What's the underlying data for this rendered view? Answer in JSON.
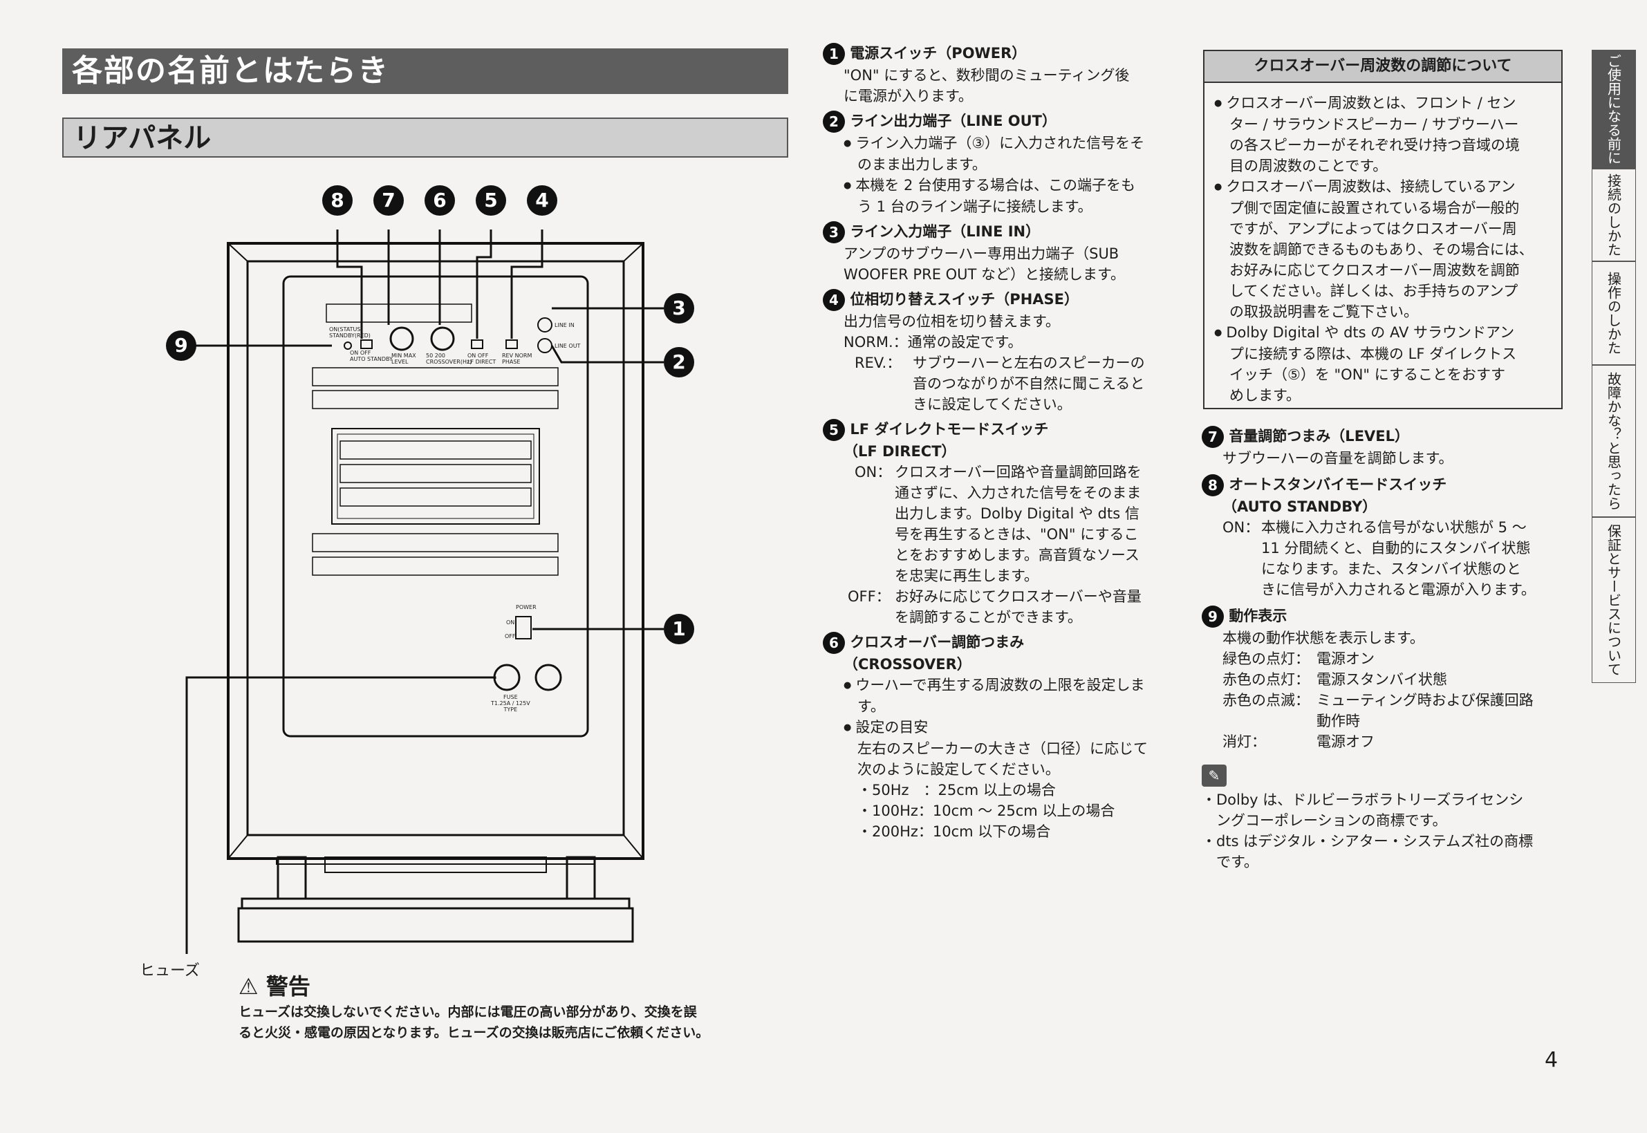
{
  "page_title": "各部の名前とはたらき",
  "section_title": "リアパネル",
  "page_number": "4",
  "diagram": {
    "numbers": [
      "8",
      "7",
      "6",
      "5",
      "4",
      "3",
      "9",
      "2",
      "1"
    ],
    "fuse_label": "ヒューズ",
    "panel_text": {
      "auto_standby_top": "ON(STATUS) STANDBY(RED)",
      "auto_standby": "ON OFF\nAUTO STANDBY",
      "level": "MIN MAX\nLEVEL",
      "crossover": "50 200\nCROSSOVER(Hz)",
      "lf_direct": "ON OFF\nLF DIRECT",
      "phase": "REV NORM\nPHASE",
      "line_in": "LINE IN",
      "line_out": "LINE OUT",
      "power": "POWER",
      "on": "ON",
      "off": "OFF",
      "fuse": "FUSE\nT1.25A / 125V\nTYPE"
    }
  },
  "warning": {
    "title": "警告",
    "text1": "ヒューズは交換しないでください。内部には電圧の高い部分があり、交換を誤",
    "text2": "ると火災・感電の原因となります。ヒューズの交換は販売店にご依頼ください。"
  },
  "middle": [
    {
      "num": "1",
      "head": "電源スイッチ（POWER）",
      "lines": [
        "\"ON\" にすると、数秒間のミューティング後",
        "に電源が入ります。"
      ]
    },
    {
      "num": "2",
      "head": "ライン出力端子（LINE OUT）",
      "bullets": [
        [
          "ライン入力端子（③）に入力された信号をそ",
          "のまま出力します。"
        ],
        [
          "本機を 2 台使用する場合は、この端子をも",
          "う 1 台のライン端子に接続します。"
        ]
      ]
    },
    {
      "num": "3",
      "head": "ライン入力端子（LINE IN）",
      "lines": [
        "アンプのサブウーハー専用出力端子（SUB",
        "WOOFER PRE OUT など）と接続します。"
      ]
    },
    {
      "num": "4",
      "head": "位相切り替えスイッチ（PHASE）",
      "lines": [
        "出力信号の位相を切り替えます。"
      ],
      "defs": [
        [
          "NORM.：",
          "通常の設定です。"
        ],
        [
          "REV.：",
          "サブウーハーと左右のスピーカーの",
          "音のつながりが不自然に聞こえると",
          "きに設定してください。"
        ]
      ]
    },
    {
      "num": "5",
      "head": "LF ダイレクトモードスイッチ",
      "head2": "（LF DIRECT）",
      "on": [
        "ON：",
        "クロスオーバー回路や音量調節回路を",
        "通さずに、入力された信号をそのまま",
        "出力します。Dolby Digital や dts 信",
        "号を再生するときは、\"ON\" にするこ",
        "とをおすすめします。高音質なソース",
        "を忠実に再生します。"
      ],
      "off": [
        "OFF：",
        "お好みに応じてクロスオーバーや音量",
        "を調節することができます。"
      ]
    },
    {
      "num": "6",
      "head": "クロスオーバー調節つまみ",
      "head2": "（CROSSOVER）",
      "b1": [
        "ウーハーで再生する周波数の上限を設定しま",
        "す。"
      ],
      "b2": [
        "設定の目安",
        "左右のスピーカーの大きさ（口径）に応じて",
        "次のように設定してください。",
        "・50Hz　：25cm 以上の場合",
        "・100Hz：10cm ～ 25cm 以上の場合",
        "・200Hz：10cm 以下の場合"
      ]
    }
  ],
  "box": {
    "title": "クロスオーバー周波数の調節について",
    "b1": [
      "クロスオーバー周波数とは、フロント / セン",
      "ター / サラウンドスピーカー / サブウーハー",
      "の各スピーカーがそれぞれ受け持つ音域の境",
      "目の周波数のことです。"
    ],
    "b2": [
      "クロスオーバー周波数は、接続しているアン",
      "プ側で固定値に設置されている場合が一般的",
      "ですが、アンプによってはクロスオーバー周",
      "波数を調節できるものもあり、その場合には、",
      "お好みに応じてクロスオーバー周波数を調節",
      "してください。詳しくは、お手持ちのアンプ",
      "の取扱説明書をご覧下さい。"
    ],
    "b3": [
      "Dolby Digital や dts の AV サラウンドアン",
      "プに接続する際は、本機の LF ダイレクトス",
      "イッチ（⑤）を \"ON\" にすることをおすす",
      "めします。"
    ]
  },
  "right": [
    {
      "num": "7",
      "head": "音量調節つまみ（LEVEL）",
      "lines": [
        "サブウーハーの音量を調節します。"
      ]
    },
    {
      "num": "8",
      "head": "オートスタンバイモードスイッチ",
      "head2": "（AUTO STANDBY）",
      "on": [
        "ON：",
        "本機に入力される信号がない状態が 5 ～",
        "11 分間続くと、自動的にスタンバイ状態",
        "になります。また、スタンバイ状態のと",
        "きに信号が入力されると電源が入ります。"
      ]
    },
    {
      "num": "9",
      "head": "動作表示",
      "lines": [
        "本機の動作状態を表示します。"
      ],
      "defs": [
        [
          "緑色の点灯：",
          "電源オン"
        ],
        [
          "赤色の点灯：",
          "電源スタンバイ状態"
        ],
        [
          "赤色の点滅：",
          "ミューティング時および保護回路",
          "動作時"
        ],
        [
          "消灯：",
          "電源オフ"
        ]
      ]
    }
  ],
  "notes": [
    "・Dolby は、ドルビーラボラトリーズライセンシ",
    "　ングコーポレーションの商標です。",
    "・dts はデジタル・シアター・システムズ社の商標",
    "　です。"
  ],
  "tabs": [
    "ご使用になる前に",
    "接続のしかた",
    "操作のしかた",
    "故障かな？と思ったら",
    "保証とサービスについて"
  ]
}
